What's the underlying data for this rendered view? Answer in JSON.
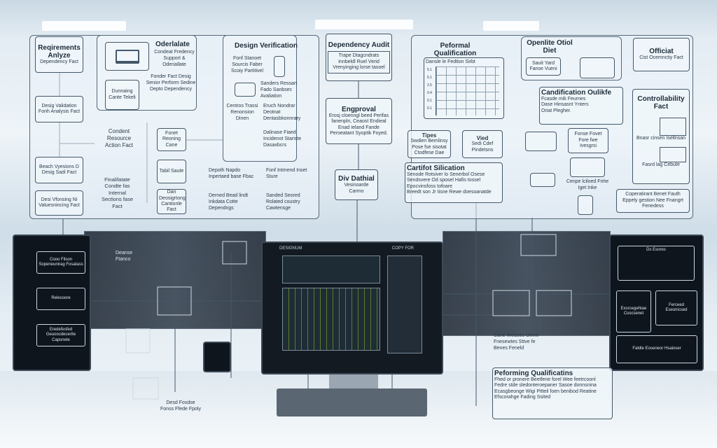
{
  "requirements": {
    "title": "Reqirements Anlyze",
    "sub": "Dependency Fact",
    "boxes": [
      "Desig Validation Fonh Analysis Fact",
      "Beach Vyesions D Desig Sadi Fact",
      "Desi Vfonsing Ni Valuesnincing Fact"
    ]
  },
  "oderlalate": {
    "title": "Oderlalate",
    "note1": "Condeat Fredency Support & Oderiallate",
    "box": "Dunnaing Cante Tekeli",
    "note2": "Fonder Fact Desig Senior Perform Sedine Depto Dependency",
    "center": "Condent Resource Action Fact",
    "left2": "Finalifatate Condte fas Internal Sections fase Fact",
    "boxes": [
      "Fonet Reoning Cane",
      "Tabil Saute",
      "Dan Deosigrtong Cantionle Fact"
    ],
    "notes": [
      "Depoth Napdo Inpertaed base Fbac",
      "Fonf Intmend Inset Sture",
      "Derned Bead lindt Inkdata Cotte Dependngs",
      "Sanded Seored Rolated coustry Cawtensge"
    ]
  },
  "design_verification": {
    "title": "Design Verification",
    "items": [
      "Fonf Stanoet Sourcis Faber Scoiy Partitivel",
      "Sanders Ressart Fado Sanbsec Avaliation",
      "Centros Trassi Renonsion Dinen",
      "Eruch Nondrar Deotnat Dentasbkonnrary",
      "Dalinase Fiaed Incidenot Stariste Dasaxbcrs"
    ]
  },
  "dependency_audit": {
    "title": "Dependency Audit",
    "text": "Trape Dtagcndrats Innbeldl Ruel Verid Vrenyinging lorse tasoel"
  },
  "engproval": {
    "title": "Engproval",
    "text": "Erosj cloenngl beed Perifas fanenpln, Ceaost Endieal Enad Ieland Fande Peroeatant Syoptik Foyed."
  },
  "div_dathial": {
    "title": "Div Dathial",
    "text": "Vesinoarde Carmo"
  },
  "performal": {
    "title": "Peformal Qualification",
    "chart_label": "Dansle le Fedtion Sirbt",
    "ticks": [
      "5.1",
      "5.1",
      "2.5",
      "0.4",
      "0.1",
      "0.1"
    ]
  },
  "tipes": {
    "title": "Tipes",
    "text": "Swdien Bemlinsy Pose fse sisotat Ctodfese Dae"
  },
  "vied": {
    "title": "Vied",
    "text": "Sedi Cdef Pindetsns"
  },
  "cartifot": {
    "title": "Cartifot Silication",
    "items": [
      "Senode Rotsiver lo Senerbol Osese",
      "Sendsvere Od sposel Hafis tossel",
      "Epocvinsfoss tofoare",
      "Breedt son Jr tisne Rewe doesoanatde"
    ]
  },
  "openline": {
    "title": "Openlite Otiol Diet",
    "box": "Sauit Yard Fanse Vueni"
  },
  "officiat": {
    "title": "Officiat",
    "text": "Cist Ocemnctiy Fact"
  },
  "candification": {
    "title": "Candification Oulikfe",
    "text": "Fcasde mik Feurnes Dase Hinsasnt Ynters Oriat Plegher."
  },
  "controlability": {
    "title": "Controllability Fact",
    "notes": [
      "Bnasr cinsen Isellnsan",
      "Fasrd lag Cebute"
    ]
  },
  "fonse": {
    "text": "Fonse Fovet Fore fwe Ivesgrsi"
  },
  "caper": {
    "text": "Cenpe lciloed Fnhe Iget Inke"
  },
  "coperation": {
    "text": "Coperatirant Benet Fauth Eppely gestion Nee Fnangrt Fenedess"
  },
  "performing": {
    "title": "Peforming Qualificatins",
    "items": [
      "Fhed or pronere Beetfene forel Wee feetrcoonl",
      "Fedre stde sledonteroepaner Sasoe donnsnina",
      "Ecasgbeonge Wigi Pitteil foen benibod Reatine",
      "Efscorahge Fading Ssited"
    ]
  },
  "device": {
    "label": "DESIGNUM",
    "brand": "COPY FOR"
  },
  "left_rack": {
    "items": [
      "Cooo Filson Sopeneunirag Fosatass",
      "Relesoore",
      "Eredefesfed Geuoocdecerite Capsnete"
    ]
  },
  "right_rack": {
    "items": [
      "Ds Esores",
      "Exsrcegehtae Coscsenet",
      "Ferceed Eseonicsed",
      "Faldte Eoseneor Hsaioser"
    ]
  },
  "floating": {
    "notes": [
      "Deanse Ftanco",
      "Cane Wedses Olnne Fnesewtes Sttve fe Benes Feneld",
      "Desd Fosdse Fonss Ffede Fpoly"
    ]
  }
}
